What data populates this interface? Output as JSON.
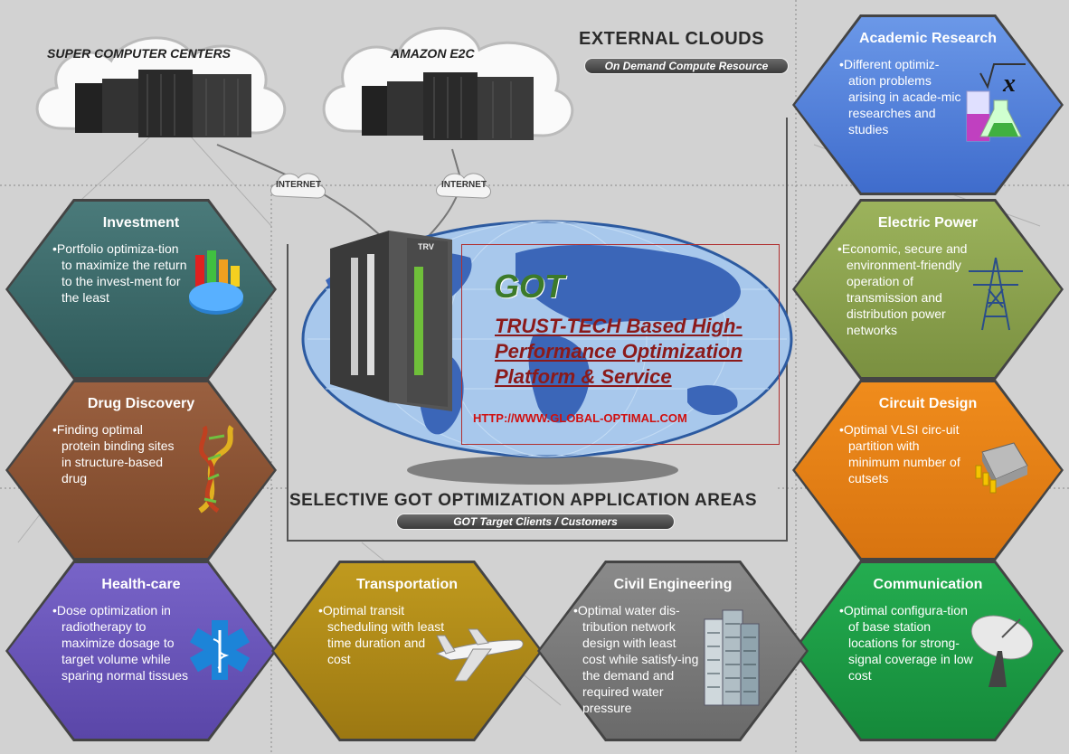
{
  "external": {
    "title": "EXTERNAL CLOUDS",
    "subtitle": "On Demand Compute Resource",
    "clouds": [
      {
        "label": "SUPER COMPUTER CENTERS"
      },
      {
        "label": "AMAZON E2C"
      }
    ],
    "internet_labels": [
      "INTERNET",
      "INTERNET"
    ]
  },
  "center": {
    "title": "GOT",
    "subtitle_lines": [
      "TRUST-TECH Based High-",
      "Performance Optimization",
      "Platform & Service"
    ],
    "url": "HTTP://WWW.GLOBAL-OPTIMAL.COM",
    "server_label": "TRV"
  },
  "areas": {
    "title": "SELECTIVE GOT OPTIMIZATION APPLICATION AREAS",
    "subtitle": "GOT Target Clients / Customers"
  },
  "hexes": [
    {
      "key": "academic",
      "title": "Academic Research",
      "color": "#4f7fd6",
      "body": "Different optimiz-ation problems arising in acade-mic researches and studies",
      "icon": "flask-formula-icon"
    },
    {
      "key": "electric",
      "title": "Electric Power",
      "color": "#8aa04e",
      "body": "Economic, secure and environment-friendly operation of transmission and distribution power networks",
      "icon": "transmission-tower-icon"
    },
    {
      "key": "circuit",
      "title": "Circuit Design",
      "color": "#e58318",
      "body": "Optimal VLSI circ-uit partition with minimum number of cutsets",
      "icon": "chip-icon"
    },
    {
      "key": "communication",
      "title": "Communication",
      "color": "#1e9c45",
      "body": "Optimal configura-tion of base station locations for strong-signal coverage in low cost",
      "icon": "satellite-dish-icon"
    },
    {
      "key": "investment",
      "title": "Investment",
      "color": "#3d6b6b",
      "body": "Portfolio optimiza-tion to maximize the return to the invest-ment for the least",
      "icon": "chart-icon"
    },
    {
      "key": "drug",
      "title": "Drug Discovery",
      "color": "#8a5536",
      "body": "Finding optimal protein binding sites in structure-based drug",
      "icon": "dna-icon"
    },
    {
      "key": "health",
      "title": "Health-care",
      "color": "#6a55b8",
      "body": "Dose optimization in radiotherapy to maximize dosage to target volume while sparing normal tissues",
      "icon": "medical-star-icon"
    },
    {
      "key": "transport",
      "title": "Transportation",
      "color": "#b08818",
      "body": "Optimal transit scheduling with least  time duration and cost",
      "icon": "airplane-icon"
    },
    {
      "key": "civil",
      "title": "Civil Engineering",
      "color": "#7a7a7a",
      "body": "Optimal water dis-tribution network design with least cost while satisfy-ing the demand and required water pressure",
      "icon": "buildings-icon"
    }
  ],
  "colors": {
    "background": "#d2d2d2",
    "got_green": "#3c7a2a",
    "subtitle_red": "#8b1a1a",
    "url_red": "#d01010"
  }
}
